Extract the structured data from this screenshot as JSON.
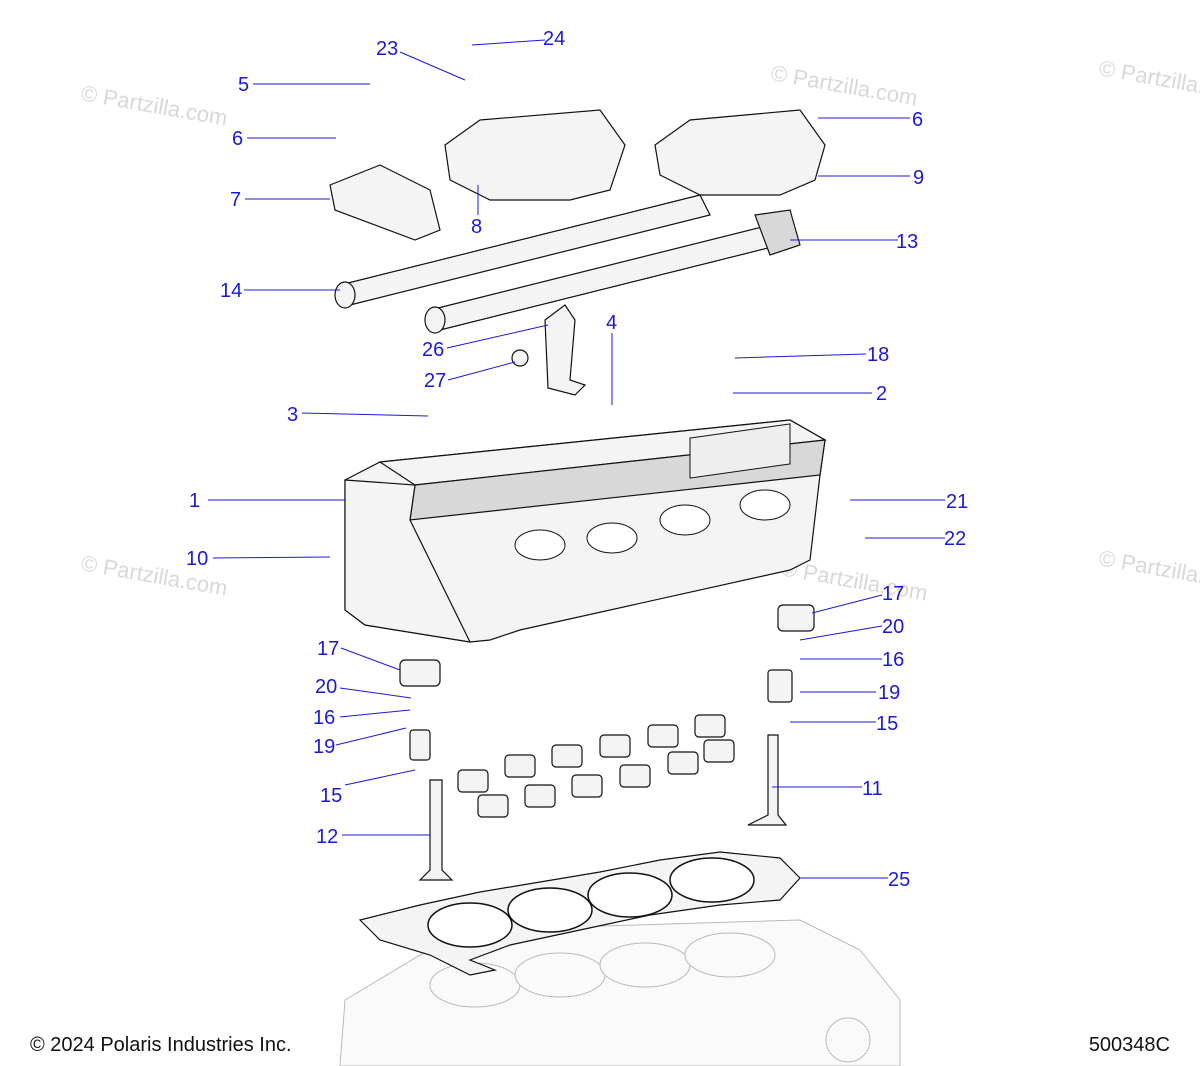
{
  "watermark": "© Partzilla.com",
  "footer": {
    "copyright": "© 2024 Polaris Industries Inc.",
    "drawing_number": "500348C"
  },
  "callouts": [
    {
      "label": "1"
    },
    {
      "label": "2"
    },
    {
      "label": "3"
    },
    {
      "label": "4"
    },
    {
      "label": "5"
    },
    {
      "label": "6"
    },
    {
      "label": "6"
    },
    {
      "label": "7"
    },
    {
      "label": "8"
    },
    {
      "label": "9"
    },
    {
      "label": "10"
    },
    {
      "label": "11"
    },
    {
      "label": "12"
    },
    {
      "label": "13"
    },
    {
      "label": "14"
    },
    {
      "label": "15"
    },
    {
      "label": "15"
    },
    {
      "label": "16"
    },
    {
      "label": "16"
    },
    {
      "label": "17"
    },
    {
      "label": "17"
    },
    {
      "label": "18"
    },
    {
      "label": "19"
    },
    {
      "label": "19"
    },
    {
      "label": "20"
    },
    {
      "label": "20"
    },
    {
      "label": "21"
    },
    {
      "label": "22"
    },
    {
      "label": "23"
    },
    {
      "label": "24"
    },
    {
      "label": "25"
    },
    {
      "label": "26"
    },
    {
      "label": "27"
    }
  ]
}
